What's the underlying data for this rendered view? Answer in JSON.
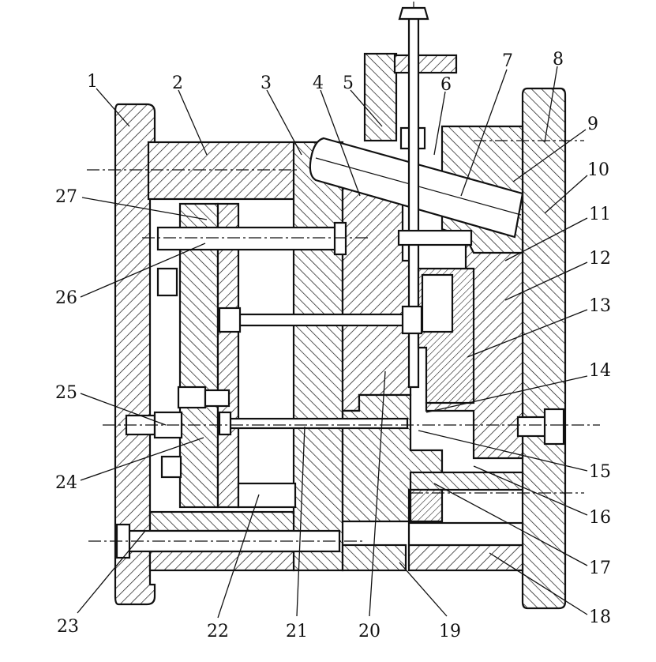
{
  "drawing": {
    "type": "mold-cross-section",
    "hatch": "diagonal",
    "colors": {
      "line": "#111111",
      "background": "#ffffff",
      "cavity": "#ffffff"
    }
  },
  "labels": {
    "n1": "1",
    "n2": "2",
    "n3": "3",
    "n4": "4",
    "n5": "5",
    "n6": "6",
    "n7": "7",
    "n8": "8",
    "n9": "9",
    "n10": "10",
    "n11": "11",
    "n12": "12",
    "n13": "13",
    "n14": "14",
    "n15": "15",
    "n16": "16",
    "n17": "17",
    "n18": "18",
    "n19": "19",
    "n20": "20",
    "n21": "21",
    "n22": "22",
    "n23": "23",
    "n24": "24",
    "n25": "25",
    "n26": "26",
    "n27": "27"
  }
}
